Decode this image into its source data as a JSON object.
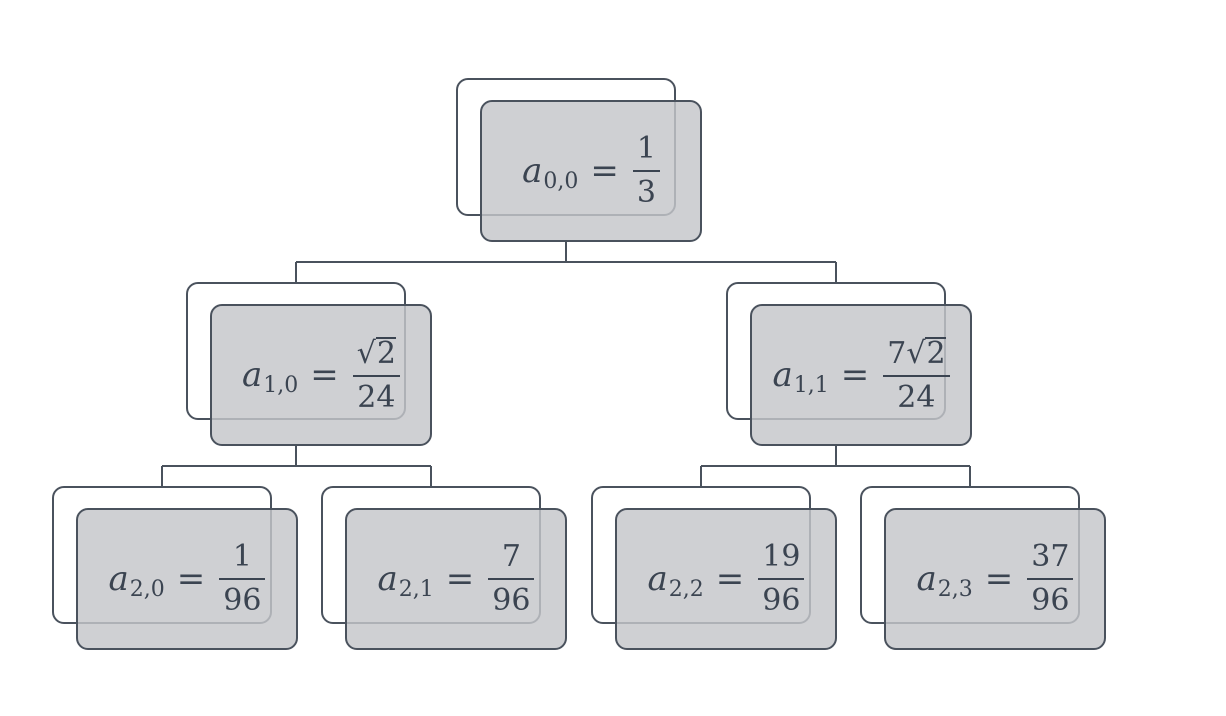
{
  "nodes": [
    {
      "id": "n00",
      "var": "a",
      "sub": "0,0",
      "coef": "1",
      "sqrt": "",
      "den": "3"
    },
    {
      "id": "n10",
      "var": "a",
      "sub": "1,0",
      "coef": "",
      "sqrt": "2",
      "den": "24"
    },
    {
      "id": "n11",
      "var": "a",
      "sub": "1,1",
      "coef": "7",
      "sqrt": "2",
      "den": "24"
    },
    {
      "id": "n20",
      "var": "a",
      "sub": "2,0",
      "coef": "1",
      "sqrt": "",
      "den": "96"
    },
    {
      "id": "n21",
      "var": "a",
      "sub": "2,1",
      "coef": "7",
      "sqrt": "",
      "den": "96"
    },
    {
      "id": "n22",
      "var": "a",
      "sub": "2,2",
      "coef": "19",
      "sqrt": "",
      "den": "96"
    },
    {
      "id": "n23",
      "var": "a",
      "sub": "2,3",
      "coef": "37",
      "sqrt": "",
      "den": "96"
    }
  ],
  "edges": [
    [
      "n00",
      "n10"
    ],
    [
      "n00",
      "n11"
    ],
    [
      "n10",
      "n20"
    ],
    [
      "n10",
      "n21"
    ],
    [
      "n11",
      "n22"
    ],
    [
      "n11",
      "n23"
    ]
  ],
  "equals_sign": "=",
  "radical_sign": "√"
}
